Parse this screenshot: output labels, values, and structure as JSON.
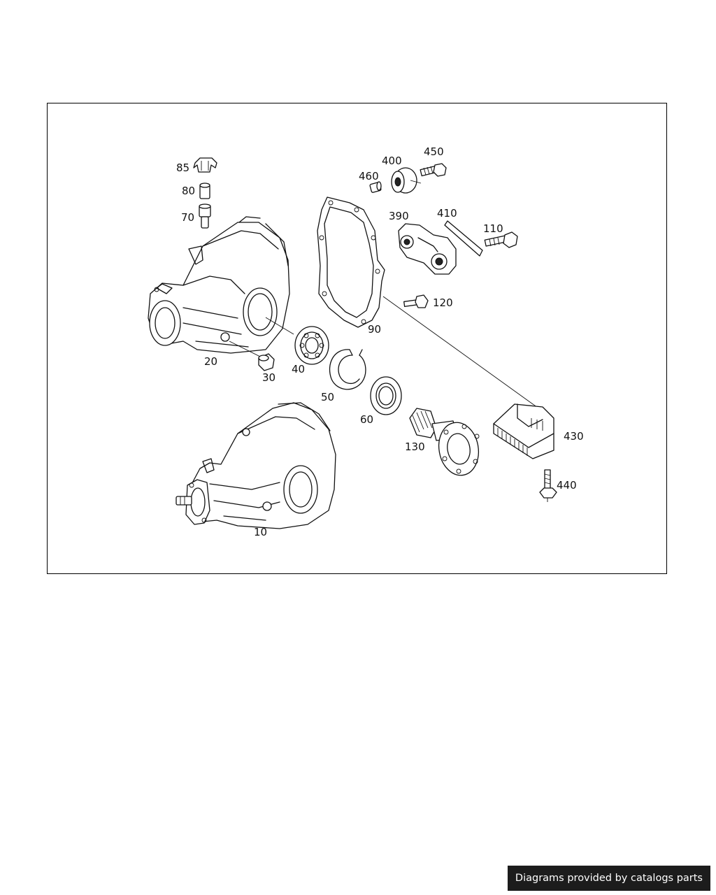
{
  "diagram": {
    "labels": {
      "p10": "10",
      "p20": "20",
      "p30": "30",
      "p40": "40",
      "p50": "50",
      "p60": "60",
      "p70": "70",
      "p80": "80",
      "p85": "85",
      "p90": "90",
      "p110": "110",
      "p120": "120",
      "p130": "130",
      "p390": "390",
      "p400": "400",
      "p410": "410",
      "p430": "430",
      "p440": "440",
      "p450": "450",
      "p460": "460"
    }
  },
  "footer": {
    "text": "Diagrams provided by catalogs parts"
  }
}
